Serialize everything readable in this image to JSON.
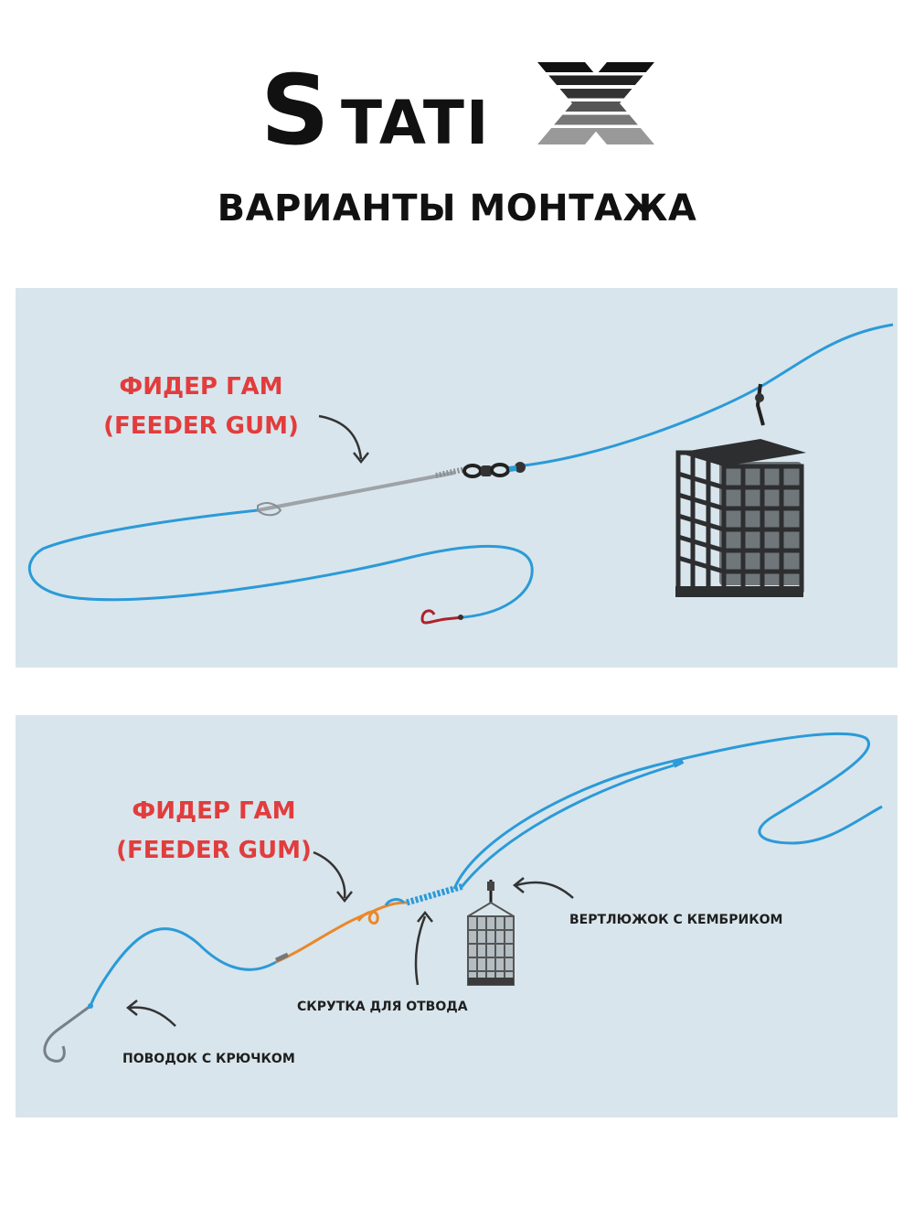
{
  "brand": {
    "logo_text": "StatiX"
  },
  "title": "ВАРИАНТЫ МОНТАЖА",
  "panel1": {
    "label_line1": "ФИДЕР ГАМ",
    "label_line2": "(FEEDER GUM)"
  },
  "panel2": {
    "label_line1": "ФИДЕР ГАМ",
    "label_line2": "(FEEDER GUM)",
    "swivel_label": "ВЕРТЛЮЖОК С КЕМБРИКОМ",
    "twist_label": "СКРУТКА ДЛЯ ОТВОДА",
    "leader_label": "ПОВОДОК С КРЮЧКОМ"
  },
  "colors": {
    "line": "#2b9ad8",
    "accent_red": "#e23c3c",
    "panel_bg": "#d8e5ec",
    "feeder_gum_orange": "#e9882b"
  }
}
